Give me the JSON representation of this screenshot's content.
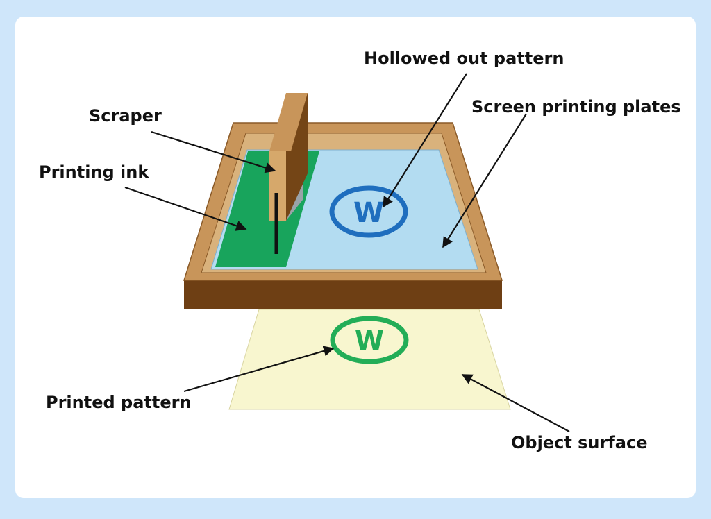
{
  "labels": {
    "hollowed_out_pattern": "Hollowed out pattern",
    "screen_printing_plates": "Screen printing plates",
    "scraper": "Scraper",
    "printing_ink": "Printing ink",
    "printed_pattern": "Printed pattern",
    "object_surface": "Object surface"
  },
  "logo_letter": "W",
  "colors": {
    "page_background": "#cfe6fa",
    "card": "#ffffff",
    "frame_top": "#c8955a",
    "frame_inner": "#d9b27c",
    "frame_front": "#6e3f14",
    "screen_mesh": "#b3dcf1",
    "ink": "#18a45c",
    "scraper_face": "#d6a86b",
    "scraper_side": "#744516",
    "object_surface": "#f8f6cf",
    "hollowed_logo": "#1f6ebe",
    "printed_logo": "#23ad57",
    "arrow": "#111111"
  }
}
